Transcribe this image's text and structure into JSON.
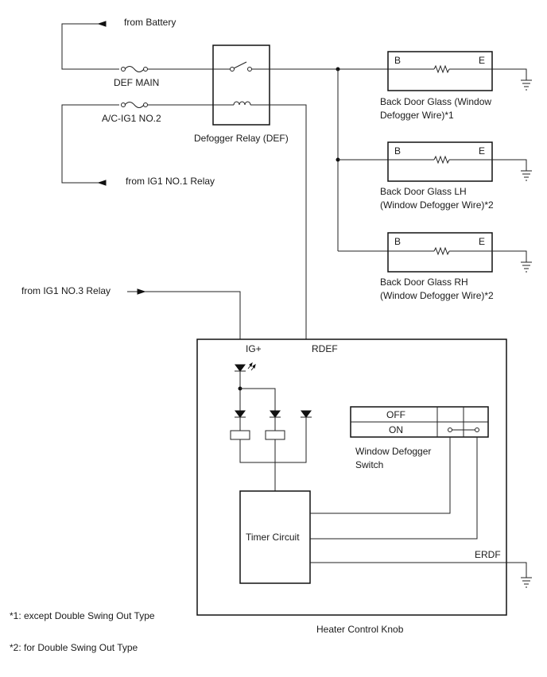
{
  "labels": {
    "from_battery": "from Battery",
    "def_main": "DEF MAIN",
    "ac_ig1_no2": "A/C-IG1 NO.2",
    "from_ig1_no1": "from IG1 NO.1 Relay",
    "defogger_relay": "Defogger Relay (DEF)",
    "from_ig1_no3": "from IG1 NO.3 Relay",
    "ig_plus": "IG+",
    "rdef": "RDEF",
    "erdf": "ERDF",
    "timer_circuit": "Timer Circuit",
    "window_defogger_switch_1": "Window Defogger",
    "window_defogger_switch_2": "Switch",
    "switch_off": "OFF",
    "switch_on": "ON",
    "heater_control_knob": "Heater Control Knob",
    "note1": "*1: except Double Swing Out Type",
    "note2": "*2: for Double Swing Out Type"
  },
  "glass": [
    {
      "b": "B",
      "e": "E",
      "name_1": "Back Door Glass (Window",
      "name_2": "Defogger Wire)*1"
    },
    {
      "b": "B",
      "e": "E",
      "name_1": "Back Door Glass LH",
      "name_2": "(Window Defogger Wire)*2"
    },
    {
      "b": "B",
      "e": "E",
      "name_1": "Back Door Glass RH",
      "name_2": "(Window Defogger Wire)*2"
    }
  ],
  "icons": [
    "arrow-icon",
    "fuse-icon",
    "relay-switch-icon",
    "relay-coil-icon",
    "resistor-icon",
    "ground-icon",
    "diode-icon",
    "led-icon",
    "solenoid-icon",
    "switch-contact-icon"
  ]
}
